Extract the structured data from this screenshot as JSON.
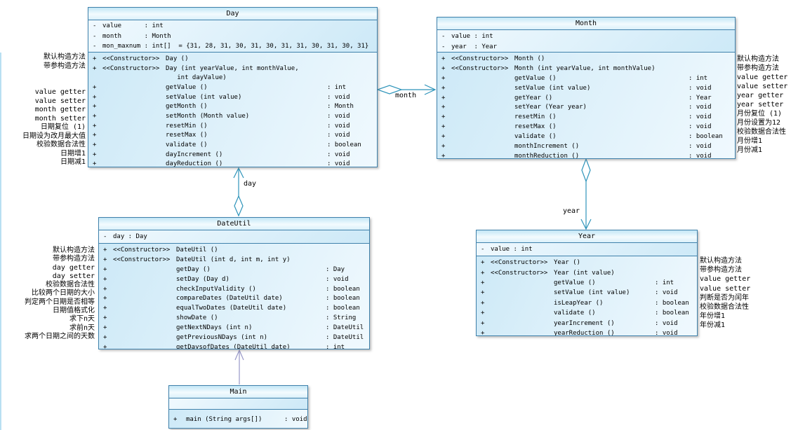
{
  "classes": {
    "day": {
      "title": "Day",
      "attrs": [
        {
          "v": "-",
          "text": "value      : int"
        },
        {
          "v": "-",
          "text": "month      : Month"
        },
        {
          "v": "-",
          "text": "mon_maxnum : int[]  = {31, 28, 31, 30, 31, 30, 31, 31, 30, 31, 30, 31}"
        }
      ],
      "methods": [
        {
          "v": "+",
          "kw": "<<Constructor>>",
          "sig": "Day ()",
          "ret": ""
        },
        {
          "v": "+",
          "kw": "<<Constructor>>",
          "sig": "Day (int yearValue, int monthValue,",
          "ret": ""
        },
        {
          "v": "",
          "kw": "",
          "sig": "   int dayValue)",
          "ret": ""
        },
        {
          "v": "+",
          "kw": "",
          "sig": "getValue ()",
          "ret": ": int"
        },
        {
          "v": "+",
          "kw": "",
          "sig": "setValue (int value)",
          "ret": ": void"
        },
        {
          "v": "+",
          "kw": "",
          "sig": "getMonth ()",
          "ret": ": Month"
        },
        {
          "v": "+",
          "kw": "",
          "sig": "setMonth (Month value)",
          "ret": ": void"
        },
        {
          "v": "+",
          "kw": "",
          "sig": "resetMin ()",
          "ret": ": void"
        },
        {
          "v": "+",
          "kw": "",
          "sig": "resetMax ()",
          "ret": ": void"
        },
        {
          "v": "+",
          "kw": "",
          "sig": "validate ()",
          "ret": ": boolean"
        },
        {
          "v": "+",
          "kw": "",
          "sig": "dayIncrement ()",
          "ret": ": void"
        },
        {
          "v": "+",
          "kw": "",
          "sig": "dayReduction ()",
          "ret": ": void"
        }
      ]
    },
    "month": {
      "title": "Month",
      "attrs": [
        {
          "v": "-",
          "text": "value : int"
        },
        {
          "v": "-",
          "text": "year  : Year"
        }
      ],
      "methods": [
        {
          "v": "+",
          "kw": "<<Constructor>>",
          "sig": "Month ()",
          "ret": ""
        },
        {
          "v": "+",
          "kw": "<<Constructor>>",
          "sig": "Month (int yearValue, int monthValue)",
          "ret": ""
        },
        {
          "v": "+",
          "kw": "",
          "sig": "getValue ()",
          "ret": ": int"
        },
        {
          "v": "+",
          "kw": "",
          "sig": "setValue (int value)",
          "ret": ": void"
        },
        {
          "v": "+",
          "kw": "",
          "sig": "getYear ()",
          "ret": ": Year"
        },
        {
          "v": "+",
          "kw": "",
          "sig": "setYear (Year year)",
          "ret": ": void"
        },
        {
          "v": "+",
          "kw": "",
          "sig": "resetMin ()",
          "ret": ": void"
        },
        {
          "v": "+",
          "kw": "",
          "sig": "resetMax ()",
          "ret": ": void"
        },
        {
          "v": "+",
          "kw": "",
          "sig": "validate ()",
          "ret": ": boolean"
        },
        {
          "v": "+",
          "kw": "",
          "sig": "monthIncrement ()",
          "ret": ": void"
        },
        {
          "v": "+",
          "kw": "",
          "sig": "monthReduction ()",
          "ret": ": void"
        }
      ]
    },
    "dateutil": {
      "title": "DateUtil",
      "attrs": [
        {
          "v": "-",
          "text": "day : Day"
        }
      ],
      "methods": [
        {
          "v": "+",
          "kw": "<<Constructor>>",
          "sig": "DateUtil ()",
          "ret": ""
        },
        {
          "v": "+",
          "kw": "<<Constructor>>",
          "sig": "DateUtil (int d, int m, int y)",
          "ret": ""
        },
        {
          "v": "+",
          "kw": "",
          "sig": "getDay ()",
          "ret": ": Day"
        },
        {
          "v": "+",
          "kw": "",
          "sig": "setDay (Day d)",
          "ret": ": void"
        },
        {
          "v": "+",
          "kw": "",
          "sig": "checkInputValidity ()",
          "ret": ": boolean"
        },
        {
          "v": "+",
          "kw": "",
          "sig": "compareDates (DateUtil date)",
          "ret": ": boolean"
        },
        {
          "v": "+",
          "kw": "",
          "sig": "equalTwoDates (DateUtil date)",
          "ret": ": boolean"
        },
        {
          "v": "+",
          "kw": "",
          "sig": "showDate ()",
          "ret": ": String"
        },
        {
          "v": "+",
          "kw": "",
          "sig": "getNextNDays (int n)",
          "ret": ": DateUtil"
        },
        {
          "v": "+",
          "kw": "",
          "sig": "getPreviousNDays (int n)",
          "ret": ": DateUtil"
        },
        {
          "v": "+",
          "kw": "",
          "sig": "getDaysofDates (DateUtil date)",
          "ret": ": int"
        }
      ]
    },
    "year": {
      "title": "Year",
      "attrs": [
        {
          "v": "-",
          "text": "value : int"
        }
      ],
      "methods": [
        {
          "v": "+",
          "kw": "<<Constructor>>",
          "sig": "Year ()",
          "ret": ""
        },
        {
          "v": "+",
          "kw": "<<Constructor>>",
          "sig": "Year (int value)",
          "ret": ""
        },
        {
          "v": "+",
          "kw": "",
          "sig": "getValue ()",
          "ret": ": int"
        },
        {
          "v": "+",
          "kw": "",
          "sig": "setValue (int value)",
          "ret": ": void"
        },
        {
          "v": "+",
          "kw": "",
          "sig": "isLeapYear ()",
          "ret": ": boolean"
        },
        {
          "v": "+",
          "kw": "",
          "sig": "validate ()",
          "ret": ": boolean"
        },
        {
          "v": "+",
          "kw": "",
          "sig": "yearIncrement ()",
          "ret": ": void"
        },
        {
          "v": "+",
          "kw": "",
          "sig": "yearReduction ()",
          "ret": ": void"
        }
      ]
    },
    "main": {
      "title": "Main",
      "attrs": [],
      "methods": [
        {
          "v": "+",
          "kw": "",
          "sig": "main (String args[])",
          "ret": ": void"
        }
      ]
    }
  },
  "links": {
    "month_label": "month",
    "day_label": "day",
    "year_label": "year"
  },
  "notes": {
    "day_notes": [
      "默认构造方法",
      "带参构造方法",
      "",
      "",
      "value getter",
      "value setter",
      "month getter",
      "month setter",
      "日期复位 (1)",
      "日期设为改月最大值",
      "校验数据合法性",
      "日期增1",
      "日期减1"
    ],
    "month_notes": [
      "默认构造方法",
      "带参构造方法",
      "value getter",
      "value setter",
      "year getter",
      "year setter",
      "月份复位 (1)",
      "月份设置为12",
      "校验数据合法性",
      "月份增1",
      "月份减1"
    ],
    "dateutil_notes": [
      "默认构造方法",
      "带参构造方法",
      "day getter",
      "day setter",
      "校验数据合法性",
      "比较两个日期的大小",
      "判定两个日期是否相等",
      "日期值格式化",
      "求下n天",
      "求前n天",
      "求两个日期之间的天数"
    ],
    "year_notes": [
      "默认构造方法",
      "带参构造方法",
      "value getter",
      "value setter",
      "判断是否为闰年",
      "校验数据合法性",
      "年份增1",
      "年份减1"
    ]
  },
  "colors": {
    "box_border": "#3f81ab",
    "box_fill_light": "#f0f9fe",
    "box_fill_blue": "#cde9f7",
    "link_stroke": "#2e94ba",
    "dependency_stroke": "#9898c8",
    "text": "#000000"
  }
}
